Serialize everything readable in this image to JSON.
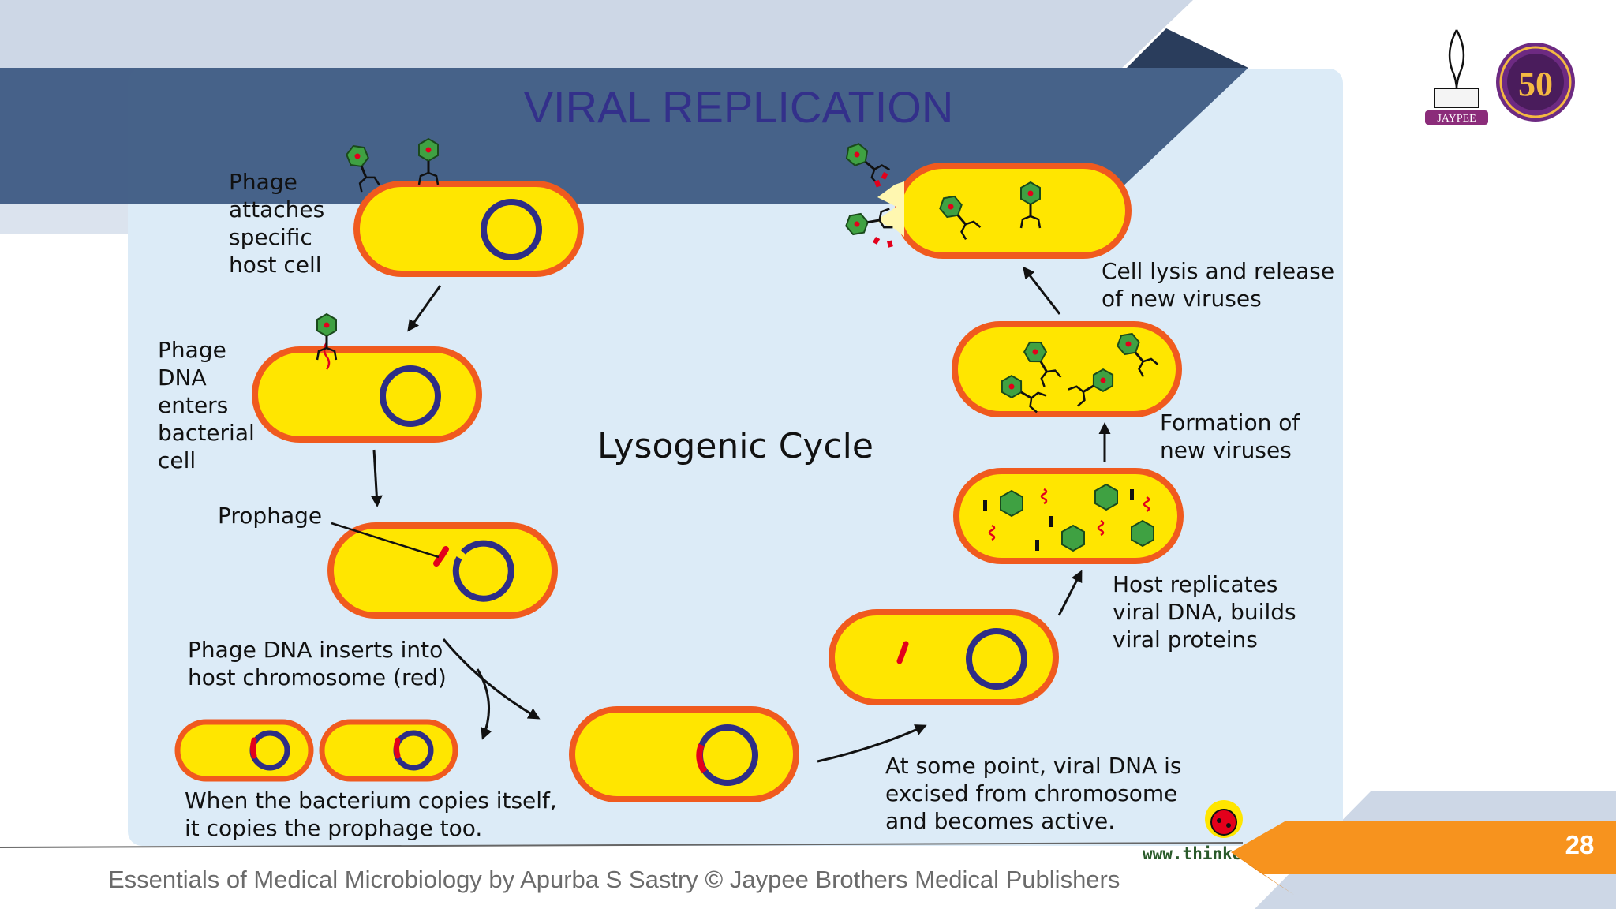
{
  "slide": {
    "title": "VIRAL REPLICATION",
    "footer_text": "Essentials of Medical Microbiology by Apurba S Sastry © Jaypee Brothers Medical Publishers",
    "page_number": "28"
  },
  "logos": {
    "publisher_name": "JAYPEE",
    "anniversary_number": "50"
  },
  "diagram": {
    "center_label": "Lysogenic Cycle",
    "steps": {
      "attach": [
        "Phage",
        "attaches",
        "specific",
        "host cell"
      ],
      "dna_enters": [
        "Phage",
        "DNA",
        "enters",
        "bacterial",
        "cell"
      ],
      "prophage": "Prophage",
      "inserts": [
        "Phage DNA inserts into",
        "host chromosome (red)"
      ],
      "copies": [
        "When the bacterium copies itself,",
        "it copies the prophage too."
      ],
      "excised": [
        "At some point, viral DNA is",
        "excised from chromosome",
        "and becomes active."
      ],
      "replicates": [
        "Host replicates",
        "viral DNA, builds",
        "viral proteins"
      ],
      "formation": [
        "Formation of",
        "new viruses"
      ],
      "lysis": [
        "Cell lysis and release",
        "of new viruses"
      ]
    },
    "credit": "www.thinkerbug.net"
  },
  "colors": {
    "cell_fill": "#ffe600",
    "cell_border": "#f05a1e",
    "chromosome": "#2e2d86",
    "prophage_dna": "#e3001b",
    "phage_head": "#3fa142",
    "title": "#33308a",
    "banner": "#3f5c84",
    "panel": "#dcebf7",
    "accent_orange": "#f7931e"
  }
}
